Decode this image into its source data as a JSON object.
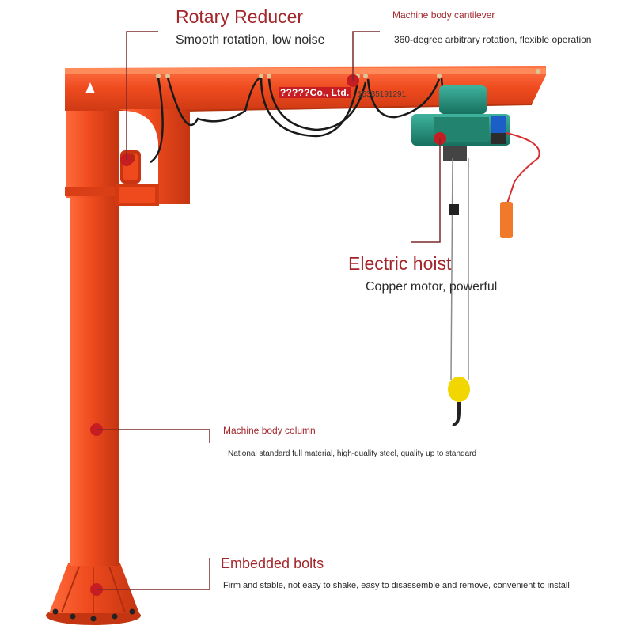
{
  "callouts": {
    "rotary_reducer": {
      "title": "Rotary Reducer",
      "desc": "Smooth rotation, low noise"
    },
    "cantilever": {
      "title": "Machine body cantilever",
      "desc": "360-degree arbitrary rotation, flexible operation"
    },
    "hoist": {
      "title": "Electric hoist",
      "desc": "Copper motor, powerful"
    },
    "column": {
      "title": "Machine body column",
      "desc": "National standard full material, high-quality steel, quality up to standard"
    },
    "bolts": {
      "title": "Embedded bolts",
      "desc": "Firm and stable, not easy to shake, easy to disassemble and remove, convenient to install"
    }
  },
  "beam_text": {
    "company": "?????Co., Ltd.",
    "phone": "15335191291"
  },
  "colors": {
    "crane_red": "#ee4a1e",
    "crane_shadow": "#c93412",
    "accent_red": "#a3262b",
    "hoist_green": "#1f8f7c",
    "hook_yellow": "#f2d600"
  }
}
